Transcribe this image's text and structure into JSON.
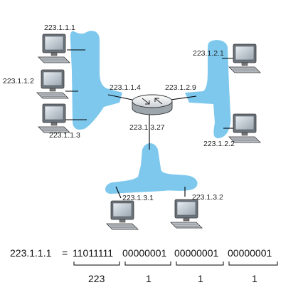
{
  "diagram": {
    "subnet_color": "#7ec8ee",
    "hosts": {
      "h1": "223.1.1.1",
      "h2": "223.1.1.2",
      "h3": "223.1.1.3",
      "h4": "223.1.2.1",
      "h5": "223.1.2.2",
      "h6": "223.1.3.1",
      "h7": "223.1.3.2"
    },
    "router": {
      "if1": "223.1.1.4",
      "if2": "223.1.2.9",
      "if3": "223.1.3.27"
    }
  },
  "binary": {
    "dotted": "223.1.1.1",
    "equals": "=",
    "octets_bin": [
      "11011111",
      "00000001",
      "00000001",
      "00000001"
    ],
    "octets_dec": [
      "223",
      "1",
      "1",
      "1"
    ]
  }
}
